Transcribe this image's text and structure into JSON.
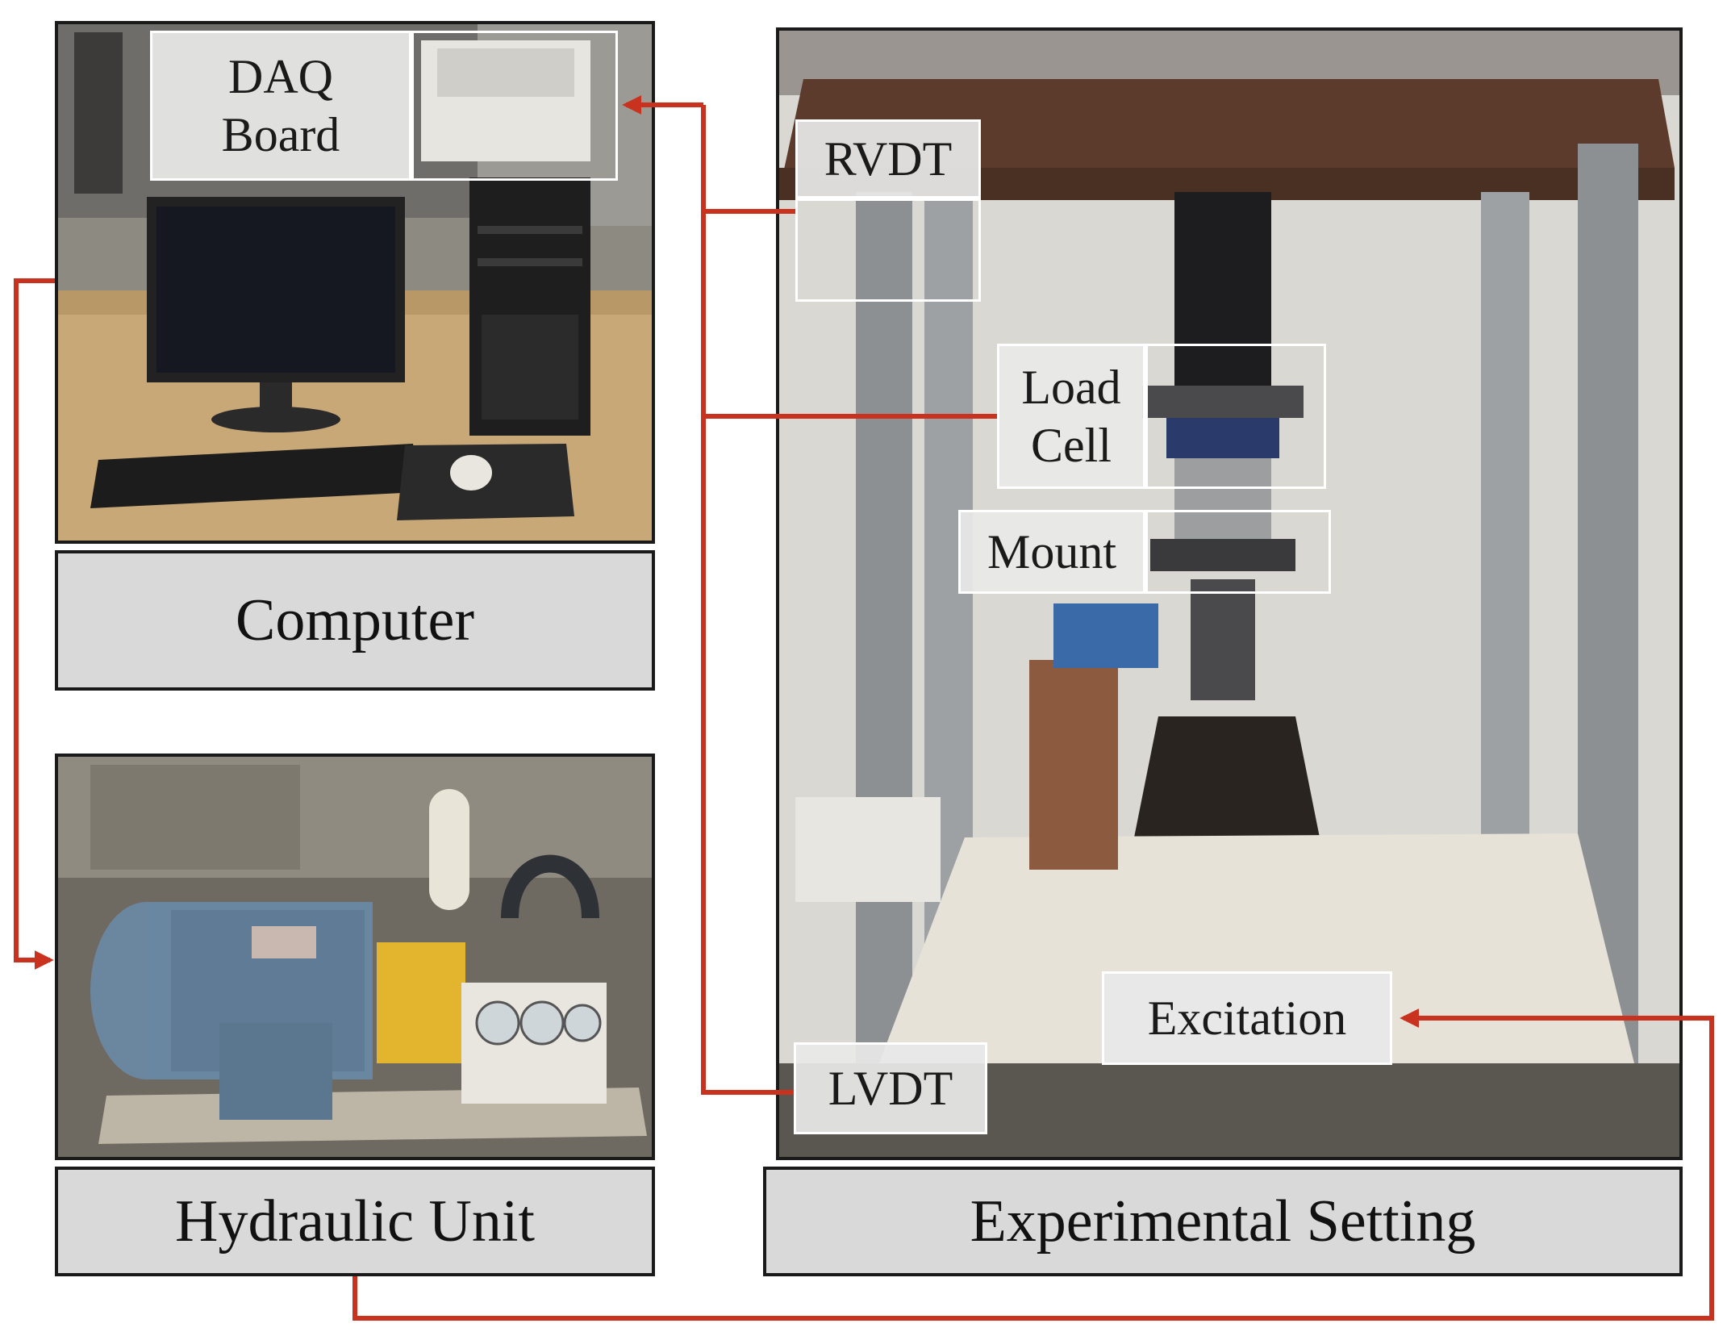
{
  "panels": {
    "computer": {
      "caption": "Computer"
    },
    "hydraulic": {
      "caption": "Hydraulic Unit"
    },
    "experimental": {
      "caption": "Experimental Setting"
    }
  },
  "labels": {
    "daq_line1": "DAQ",
    "daq_line2": "Board",
    "rvdt": "RVDT",
    "load_cell_line1": "Load",
    "load_cell_line2": "Cell",
    "mount": "Mount",
    "excitation": "Excitation",
    "lvdt": "LVDT"
  },
  "colors": {
    "connector": "#c8321e",
    "caption_bg": "#d9d9d9",
    "frame": "#1a1a1a",
    "label_bg": "#e8e8e8"
  },
  "icons": [
    "arrow-head-icon"
  ]
}
